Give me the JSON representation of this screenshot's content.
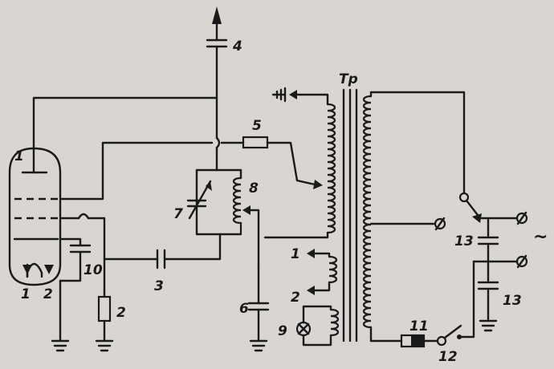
{
  "labels": {
    "l1_tube": "1",
    "l1_pin": "1",
    "l2_pin": "2",
    "l2_res": "2",
    "l3": "3",
    "l4": "4",
    "l5": "5",
    "l6": "6",
    "l7": "7",
    "l8": "8",
    "l9": "9",
    "l10": "10",
    "l11": "11",
    "l12": "12",
    "l13a": "13",
    "l13b": "13",
    "l1_coil": "1",
    "l2_coil": "2",
    "tr": "Тр",
    "ac": "~"
  },
  "colors": {
    "ink": "#1a1a1a",
    "paper": "#d9d6d1"
  }
}
